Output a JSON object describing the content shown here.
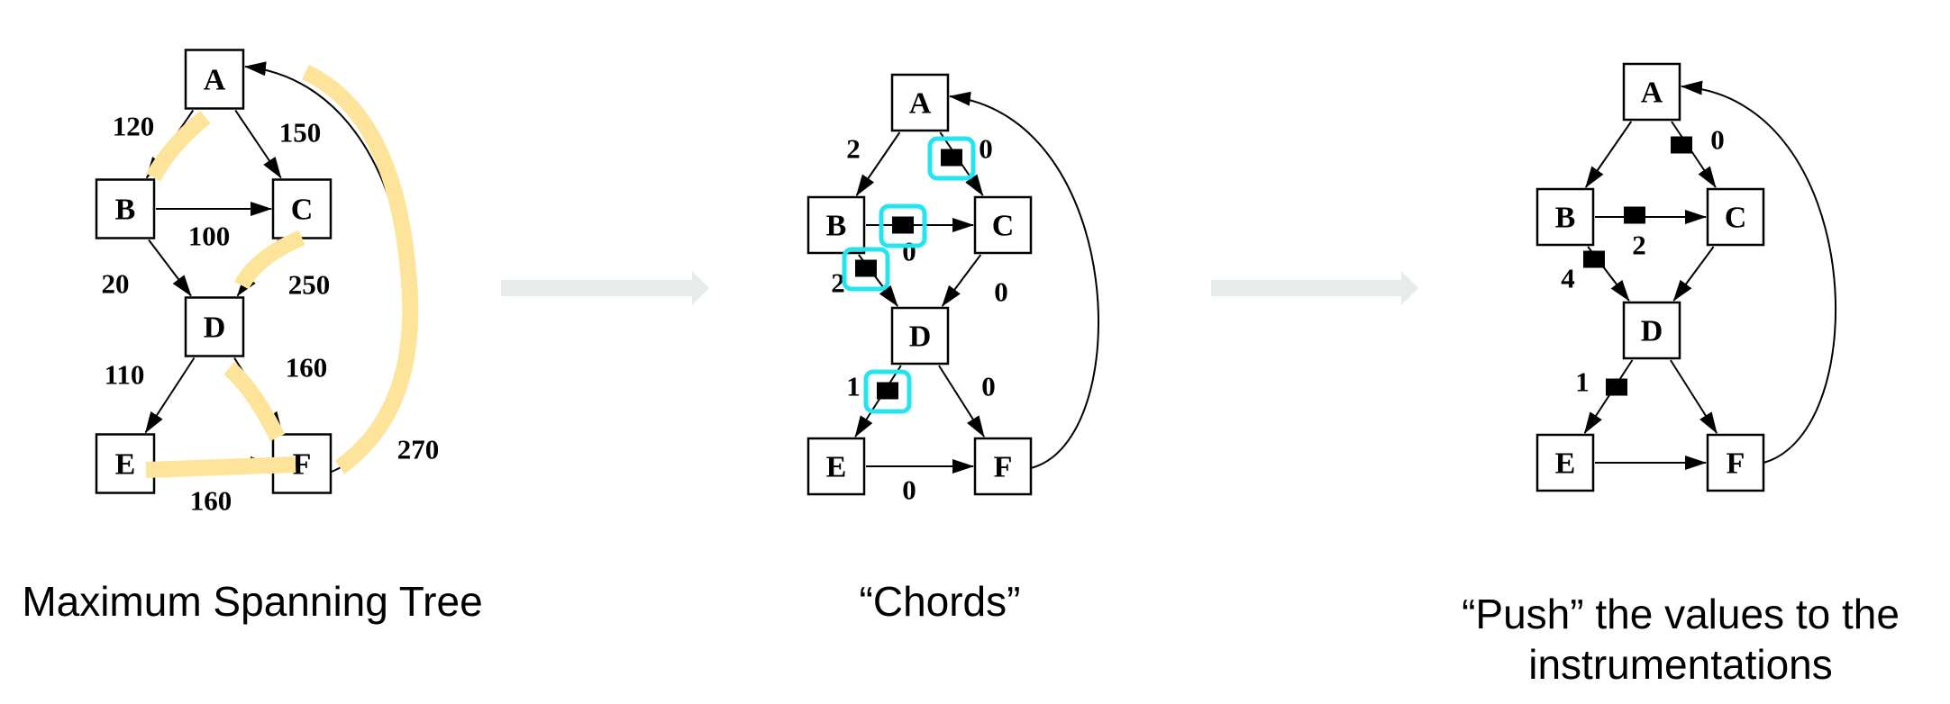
{
  "colors": {
    "highlight": "#FDE49A",
    "chord_box": "#22E5F0",
    "arrow": "#E7EBEB",
    "ink": "#000000"
  },
  "panels": [
    {
      "id": "mst",
      "caption": "Maximum Spanning Tree",
      "nodes": [
        "A",
        "B",
        "C",
        "D",
        "E",
        "F"
      ],
      "edges": [
        {
          "from": "A",
          "to": "B",
          "label": "120",
          "highlight": true
        },
        {
          "from": "A",
          "to": "C",
          "label": "150"
        },
        {
          "from": "B",
          "to": "C",
          "label": "100"
        },
        {
          "from": "B",
          "to": "D",
          "label": "20"
        },
        {
          "from": "C",
          "to": "D",
          "label": "250",
          "highlight": true
        },
        {
          "from": "D",
          "to": "E",
          "label": "110"
        },
        {
          "from": "D",
          "to": "F",
          "label": "160",
          "highlight": true
        },
        {
          "from": "E",
          "to": "F",
          "label": "160",
          "highlight": true
        },
        {
          "from": "F",
          "to": "A",
          "label": "270",
          "highlight": true
        }
      ]
    },
    {
      "id": "chords",
      "caption": "“Chords”",
      "nodes": [
        "A",
        "B",
        "C",
        "D",
        "E",
        "F"
      ],
      "edges": [
        {
          "from": "A",
          "to": "B",
          "label": "2"
        },
        {
          "from": "A",
          "to": "C",
          "label": "0",
          "instrumented": true
        },
        {
          "from": "B",
          "to": "C",
          "label": "0",
          "instrumented": true
        },
        {
          "from": "B",
          "to": "D",
          "label": "2",
          "instrumented": true
        },
        {
          "from": "C",
          "to": "D",
          "label": "0"
        },
        {
          "from": "D",
          "to": "E",
          "label": "1",
          "instrumented": true
        },
        {
          "from": "D",
          "to": "F",
          "label": "0"
        },
        {
          "from": "E",
          "to": "F",
          "label": "0"
        },
        {
          "from": "F",
          "to": "A",
          "label": ""
        }
      ]
    },
    {
      "id": "push",
      "caption_lines": [
        "“Push” the values to the",
        "instrumentations"
      ],
      "nodes": [
        "A",
        "B",
        "C",
        "D",
        "E",
        "F"
      ],
      "edges": [
        {
          "from": "A",
          "to": "B",
          "label": ""
        },
        {
          "from": "A",
          "to": "C",
          "label": "0",
          "instrumented": true
        },
        {
          "from": "B",
          "to": "C",
          "label": "2",
          "instrumented": true
        },
        {
          "from": "B",
          "to": "D",
          "label": "4",
          "instrumented": true
        },
        {
          "from": "C",
          "to": "D",
          "label": ""
        },
        {
          "from": "D",
          "to": "E",
          "label": "1",
          "instrumented": true
        },
        {
          "from": "D",
          "to": "F",
          "label": ""
        },
        {
          "from": "E",
          "to": "F",
          "label": ""
        },
        {
          "from": "F",
          "to": "A",
          "label": ""
        }
      ]
    }
  ]
}
